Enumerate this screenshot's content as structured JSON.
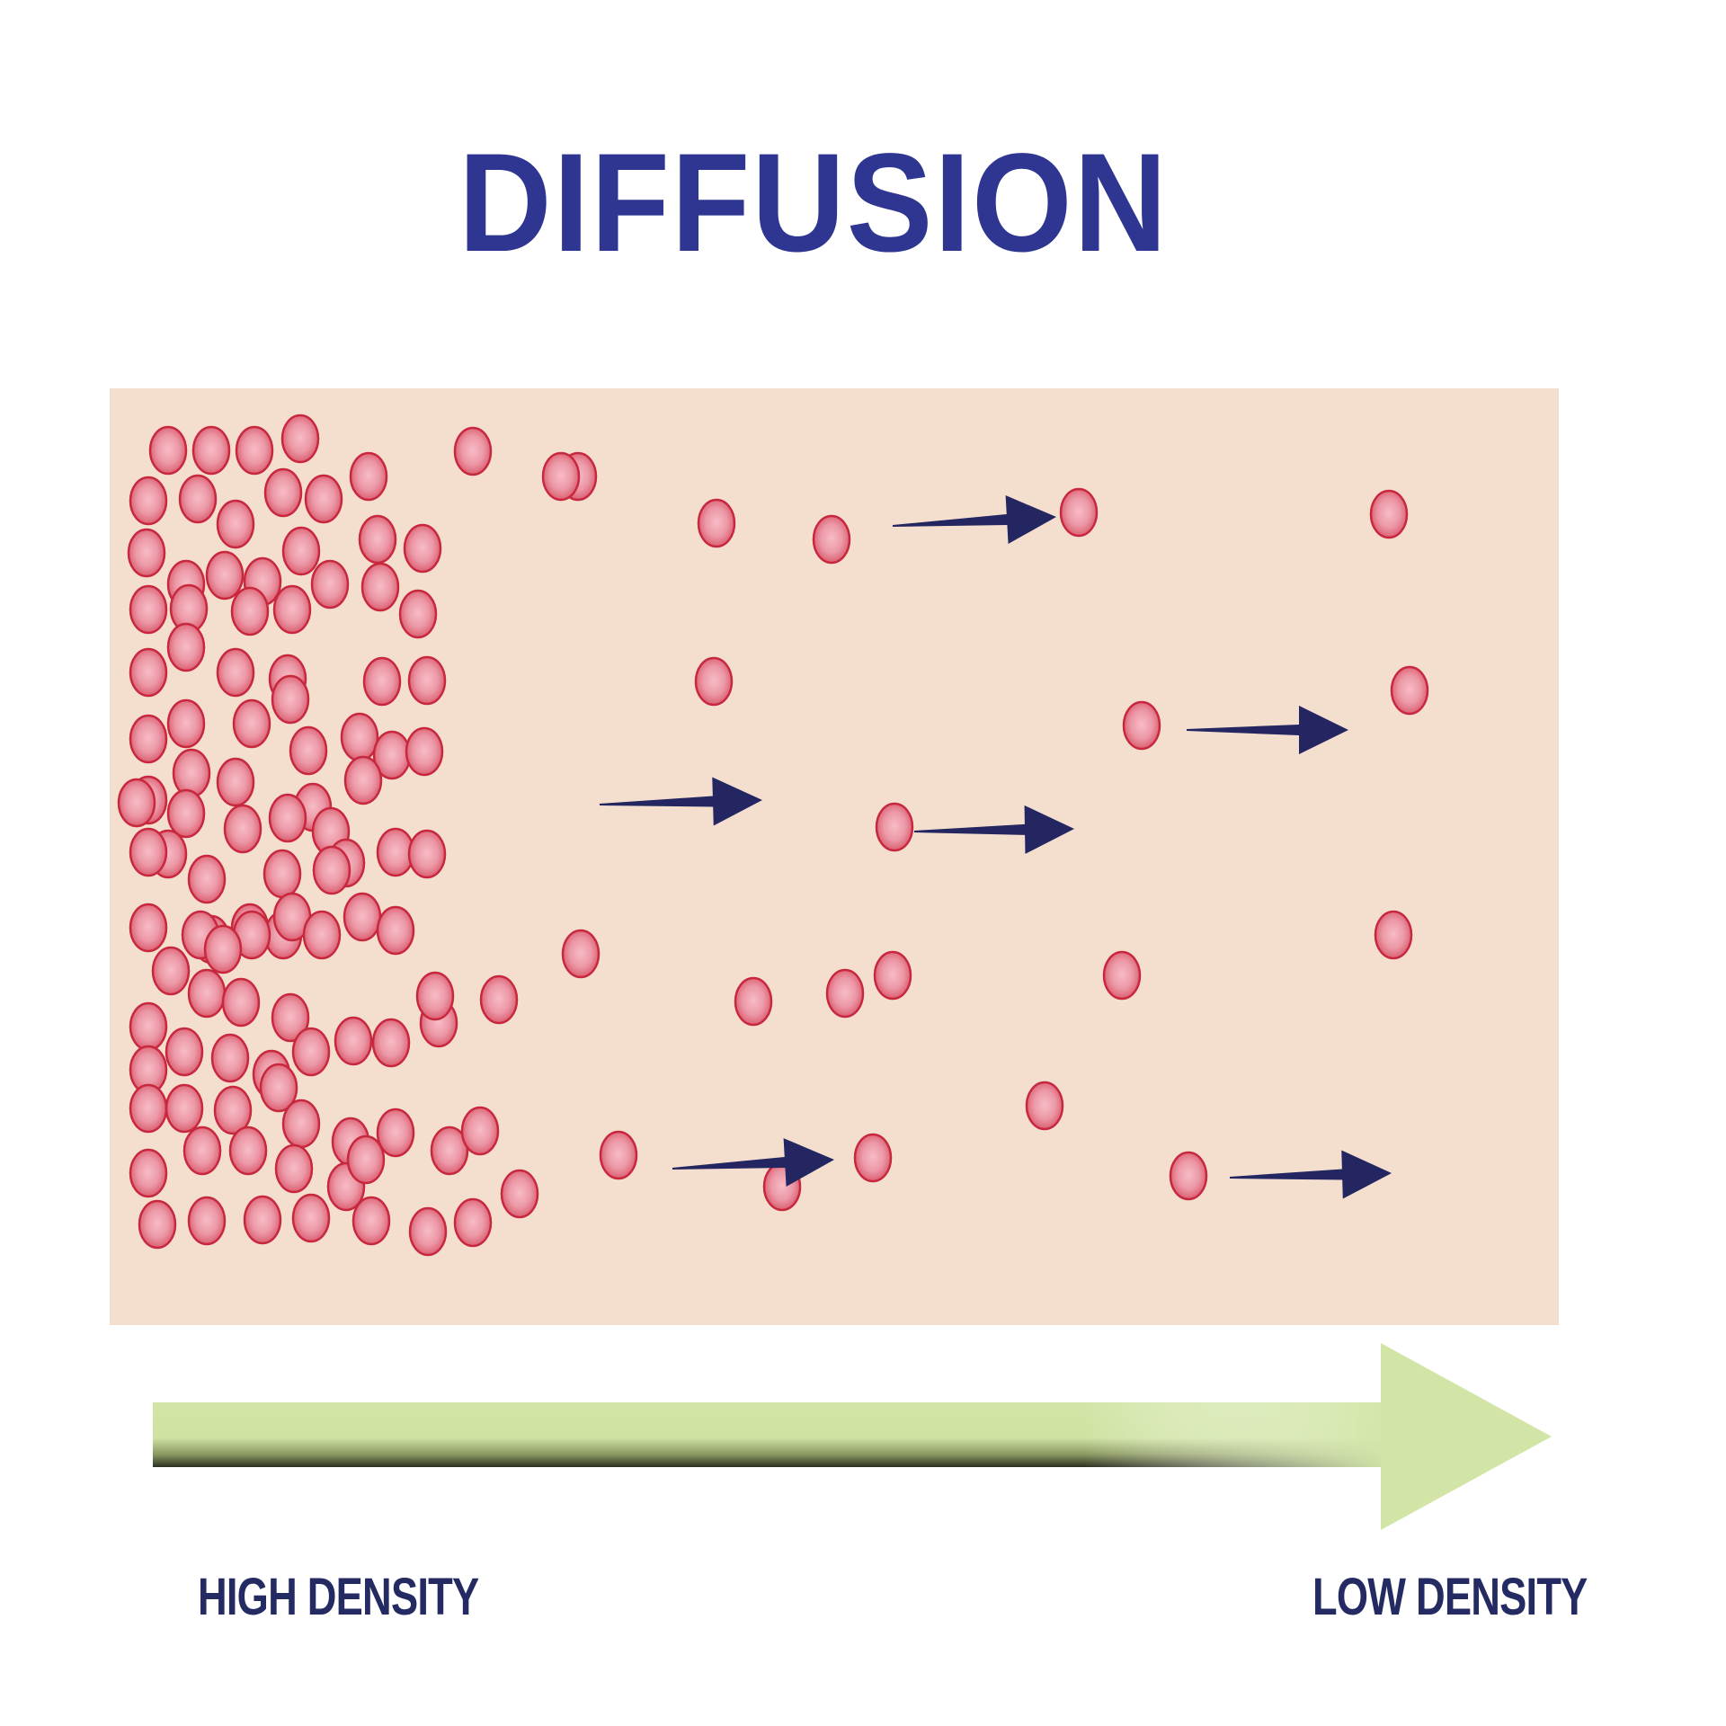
{
  "title": "DIFFUSION",
  "gradient_labels": {
    "start": "HIGH DENSITY",
    "end": "LOW DENSITY"
  },
  "colors": {
    "title": "#2e3692",
    "panel": "#f4dfcf",
    "particle_fill": "#e98d9c",
    "particle_edge": "#c8283d",
    "motion_arrow": "#232660",
    "gradient_arrow": "#d2e5a6",
    "label": "#242a62"
  },
  "icons": {
    "particle": "particle-icon",
    "motion_arrow": "motion-arrow-icon",
    "gradient_arrow": "gradient-arrow-icon"
  }
}
